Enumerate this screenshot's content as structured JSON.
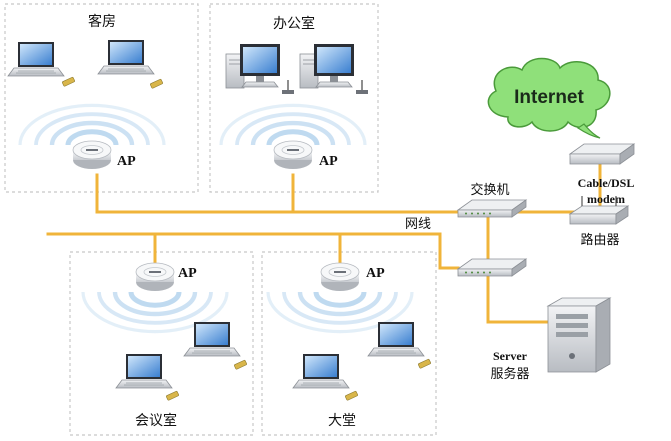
{
  "colors": {
    "cable": "#f0b43a",
    "zone_border": "#c8c8c8",
    "wave": "#bcd8ef",
    "cloud_fill": "#8fe07a",
    "cloud_stroke": "#4a9a3a",
    "device_gray": "#cfd2d6"
  },
  "zones": {
    "guest_room": {
      "title": "客房"
    },
    "office": {
      "title": "办公室"
    },
    "meeting_room": {
      "title": "会议室"
    },
    "lobby": {
      "title": "大堂"
    }
  },
  "access_points": {
    "label": "AP"
  },
  "network": {
    "internet_label": "Internet",
    "modem_label_line1": "Cable/DSL",
    "modem_label_line2": "modem",
    "router_label": "路由器",
    "switch_label": "交换机",
    "cable_label": "网线",
    "server_label_en": "Server",
    "server_label_cn": "服务器"
  },
  "icons": {
    "laptop": "laptop-icon",
    "desktop": "desktop-computer-icon",
    "access_point": "wireless-access-point-icon",
    "switch": "network-switch-icon",
    "router": "router-icon",
    "modem": "modem-icon",
    "server": "server-tower-icon",
    "cloud": "internet-cloud-icon",
    "wifi": "wifi-waves-icon"
  }
}
